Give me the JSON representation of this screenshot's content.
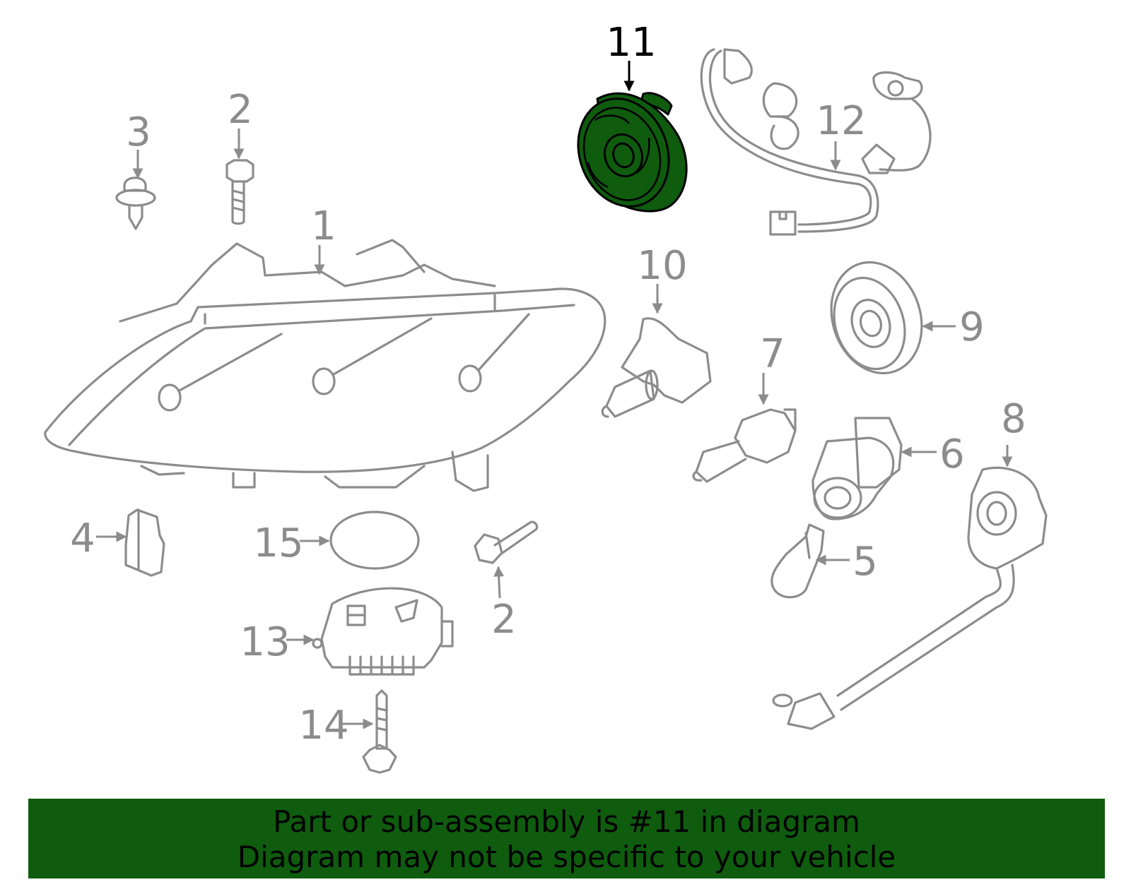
{
  "callouts": {
    "c1": "1",
    "c2a": "2",
    "c2b": "2",
    "c3": "3",
    "c4": "4",
    "c5": "5",
    "c6": "6",
    "c7": "7",
    "c8": "8",
    "c9": "9",
    "c10": "10",
    "c11": "11",
    "c12": "12",
    "c13": "13",
    "c14": "14",
    "c15": "15"
  },
  "selected_part": "11",
  "colors": {
    "highlight": "#0f5c0f",
    "parts": "#8c8c8c",
    "selected_text": "#000000"
  },
  "banner": {
    "line1": "Part or sub-assembly is #11 in diagram",
    "line2": "Diagram may not be specific to your vehicle"
  }
}
